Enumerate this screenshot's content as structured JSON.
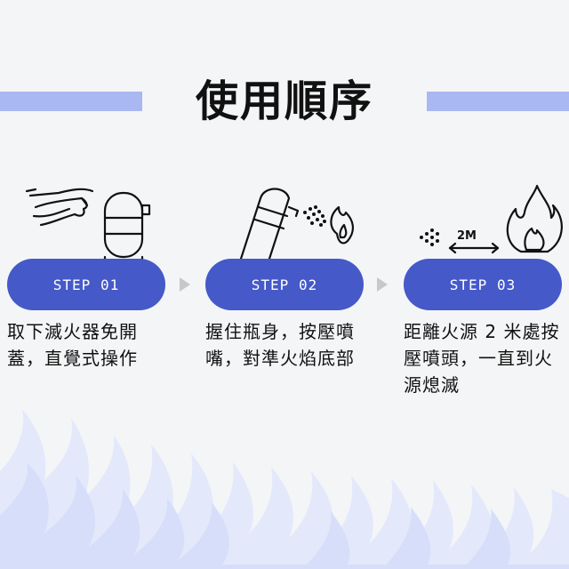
{
  "header": {
    "title": "使用順序"
  },
  "steps": [
    {
      "label": "STEP 01",
      "description": "取下滅火器免開蓋，直覺式操作",
      "icon": "hand-removing-cap-icon"
    },
    {
      "label": "STEP 02",
      "description": "握住瓶身，按壓噴嘴，對準火焰底部",
      "icon": "spray-at-fire-icon"
    },
    {
      "label": "STEP 03",
      "description": "距離火源 2 米處按壓噴頭，一直到火源熄滅",
      "icon": "distance-to-fire-icon",
      "distance_label": "2M"
    }
  ],
  "colors": {
    "accent": "#4559c9",
    "bar": "#a9b8f3",
    "flame_bg": "#dfe5fb"
  }
}
